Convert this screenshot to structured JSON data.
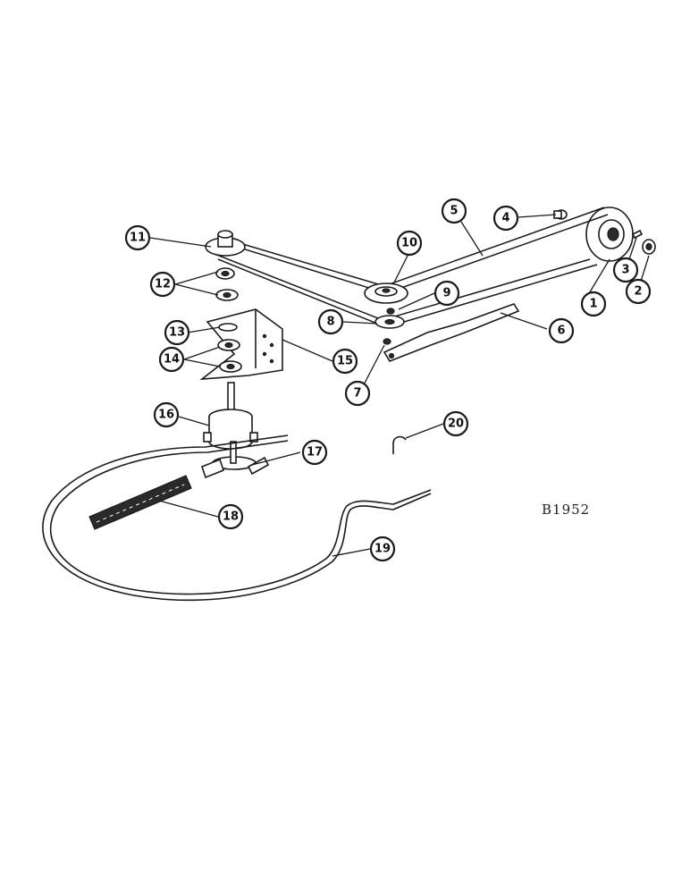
{
  "figure_id": "B1952",
  "callouts": {
    "c1": "1",
    "c2": "2",
    "c3": "3",
    "c4": "4",
    "c5": "5",
    "c6": "6",
    "c7": "7",
    "c8": "8",
    "c9": "9",
    "c10": "10",
    "c11": "11",
    "c12": "12",
    "c13": "13",
    "c14": "14",
    "c15": "15",
    "c16": "16",
    "c17": "17",
    "c18": "18",
    "c19": "19",
    "c20": "20"
  }
}
